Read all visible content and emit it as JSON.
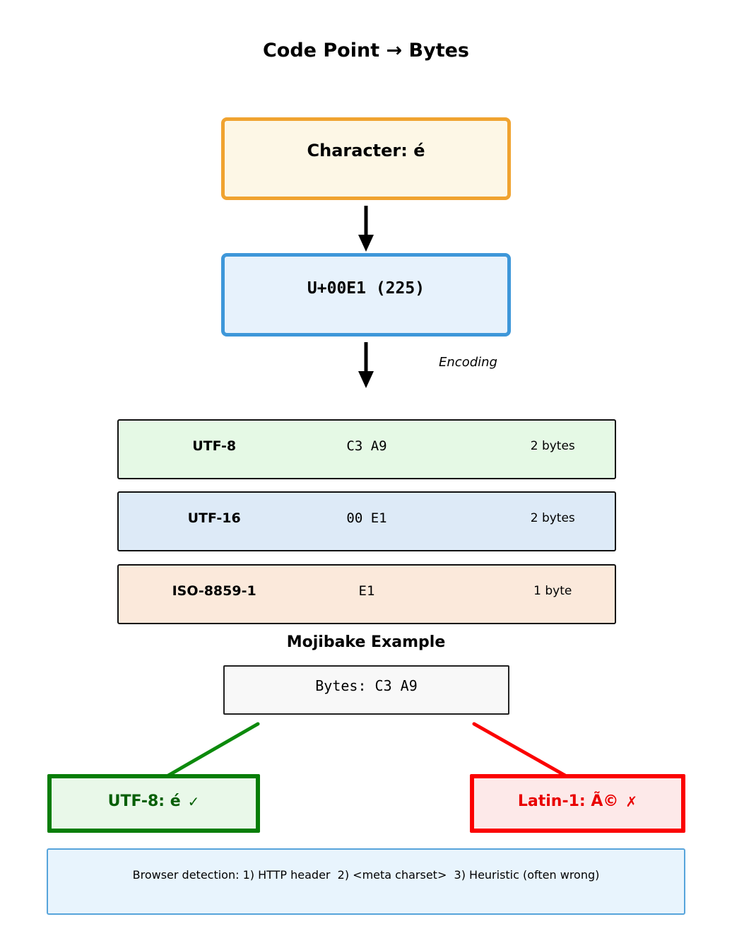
{
  "title": "Code Point → Bytes",
  "flow": {
    "character_label": "Character: é",
    "codepoint_label": "U+00E1 (225)",
    "encoding_label": "Encoding"
  },
  "encodings": [
    {
      "name": "UTF-8",
      "bytes": "C3 A9",
      "size": "2 bytes"
    },
    {
      "name": "UTF-16",
      "bytes": "00 E1",
      "size": "2 bytes"
    },
    {
      "name": "ISO-8859-1",
      "bytes": "E1",
      "size": "1 byte"
    }
  ],
  "mojibake": {
    "heading": "Mojibake Example",
    "bytes_label": "Bytes: C3 A9",
    "utf8_label": "UTF-8: é",
    "utf8_mark": "✓",
    "latin1_label": "Latin-1: Ã©",
    "latin1_mark": "✗"
  },
  "footer": {
    "text": "Browser detection: 1) HTTP header  2) <meta charset>  3) Heuristic (often wrong)"
  },
  "colors": {
    "character_box_border": "#F0A330",
    "character_box_bg": "#FDF7E6",
    "codepoint_box_border": "#3E97D9",
    "codepoint_box_bg": "#E7F2FC",
    "utf8_row_bg": "#E5F9E5",
    "utf16_row_bg": "#DDEAF7",
    "iso_row_bg": "#FBE9DB",
    "success_green": "#067D06",
    "error_red": "#FB0000",
    "footer_border": "#57A4DB",
    "footer_bg": "#E8F4FD",
    "arrow_black": "#000000"
  }
}
